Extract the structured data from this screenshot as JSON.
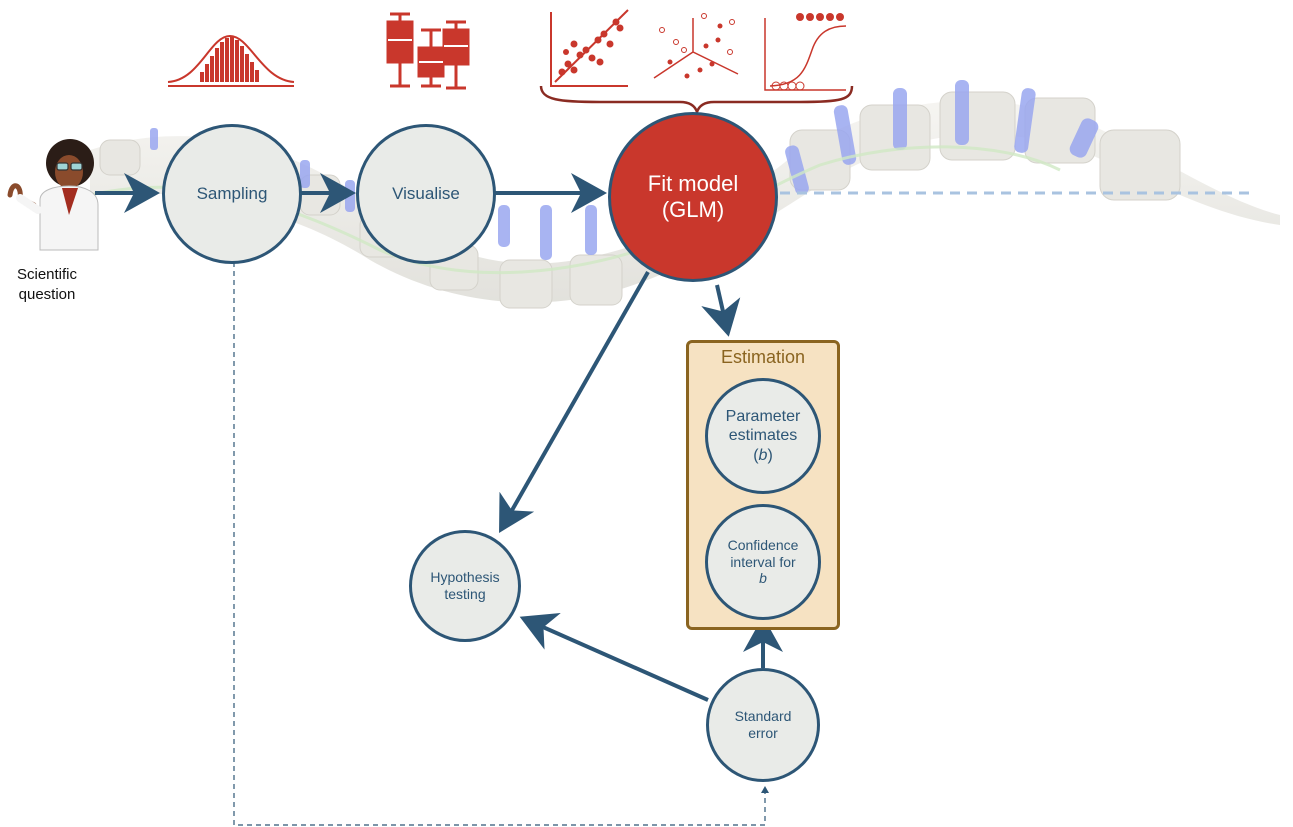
{
  "colors": {
    "node_border": "#2d5676",
    "node_fill": "#e9ebe8",
    "arrow": "#2d5676",
    "accent_red": "#c9372c",
    "estimation_fill": "#f6e2c2",
    "estimation_border": "#8a6420"
  },
  "icons": [
    "scientist-icon",
    "spine-illustration",
    "normal-distribution-icon",
    "boxplot-icon",
    "scatter-linear-icon",
    "scatter-categorical-icon",
    "logistic-curve-icon"
  ],
  "scientist": {
    "line1": "Scientific",
    "line2": "question"
  },
  "nodes": {
    "sampling": "Sampling",
    "visualise": "Visualise",
    "fit_line1": "Fit model",
    "fit_line2": "(GLM)",
    "hypothesis_line1": "Hypothesis",
    "hypothesis_line2": "testing",
    "standard_error_line1": "Standard",
    "standard_error_line2": "error"
  },
  "estimation": {
    "title": "Estimation",
    "param_line1": "Parameter",
    "param_line2": "estimates",
    "param_pre": "(",
    "param_symbol": "b",
    "param_post": ")",
    "ci_line1": "Confidence",
    "ci_line2": "interval for",
    "ci_symbol": "b"
  }
}
